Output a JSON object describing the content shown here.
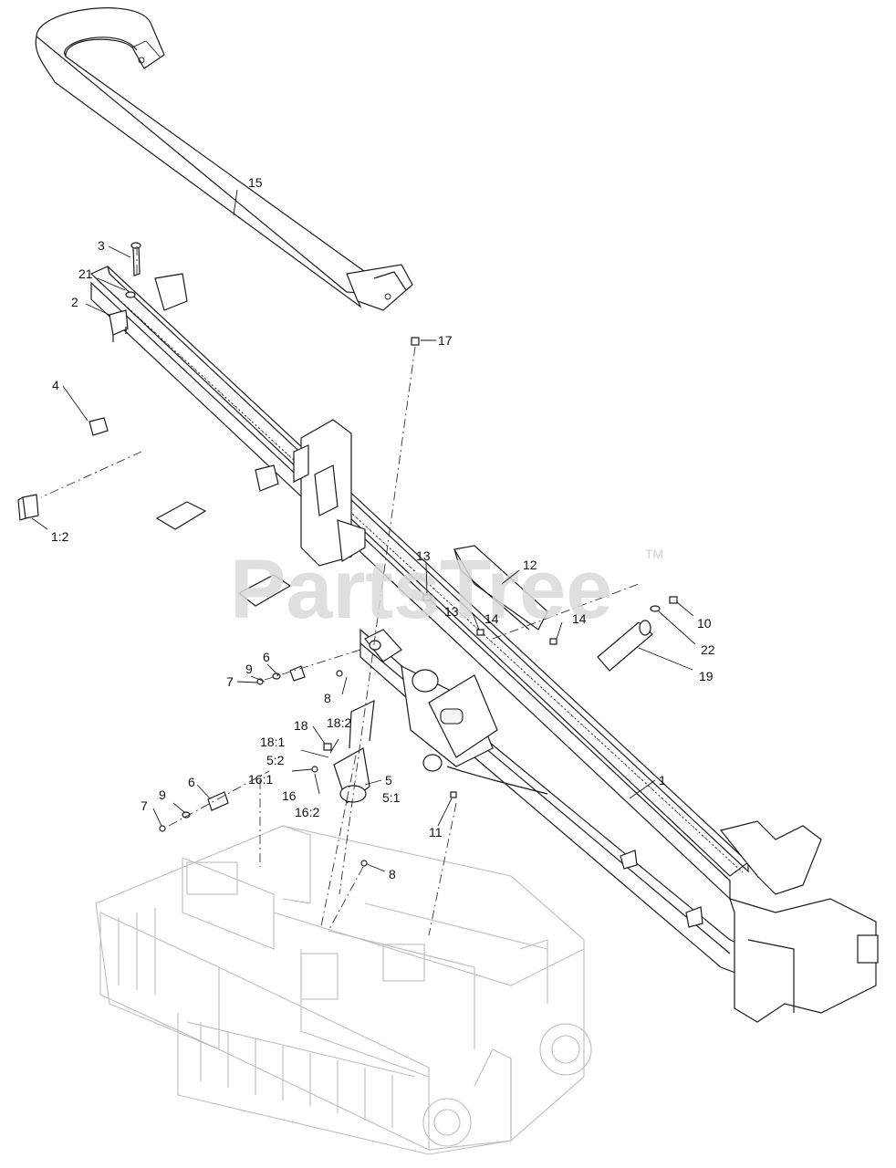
{
  "watermark": {
    "brand": "PartsTree",
    "tm": "TM"
  },
  "callouts": [
    {
      "id": "c15",
      "text": "15"
    },
    {
      "id": "c3",
      "text": "3"
    },
    {
      "id": "c21",
      "text": "21"
    },
    {
      "id": "c2",
      "text": "2"
    },
    {
      "id": "c17",
      "text": "17"
    },
    {
      "id": "c4",
      "text": "4"
    },
    {
      "id": "c1_2",
      "text": "1:2"
    },
    {
      "id": "c13a",
      "text": "13"
    },
    {
      "id": "c12",
      "text": "12"
    },
    {
      "id": "c13b",
      "text": "13"
    },
    {
      "id": "c14a",
      "text": "14"
    },
    {
      "id": "c14b",
      "text": "14"
    },
    {
      "id": "c10",
      "text": "10"
    },
    {
      "id": "c22",
      "text": "22"
    },
    {
      "id": "c19",
      "text": "19"
    },
    {
      "id": "c6a",
      "text": "6"
    },
    {
      "id": "c9a",
      "text": "9"
    },
    {
      "id": "c7a",
      "text": "7"
    },
    {
      "id": "c8a",
      "text": "8"
    },
    {
      "id": "c18",
      "text": "18"
    },
    {
      "id": "c18_2",
      "text": "18:2"
    },
    {
      "id": "c18_1",
      "text": "18:1"
    },
    {
      "id": "c5_2",
      "text": "5:2"
    },
    {
      "id": "c16_1",
      "text": "16:1"
    },
    {
      "id": "c16",
      "text": "16"
    },
    {
      "id": "c5",
      "text": "5"
    },
    {
      "id": "c5_1",
      "text": "5:1"
    },
    {
      "id": "c16_2",
      "text": "16:2"
    },
    {
      "id": "c1",
      "text": "1"
    },
    {
      "id": "c6b",
      "text": "6"
    },
    {
      "id": "c9b",
      "text": "9"
    },
    {
      "id": "c7b",
      "text": "7"
    },
    {
      "id": "c11",
      "text": "11"
    },
    {
      "id": "c8b",
      "text": "8"
    }
  ]
}
